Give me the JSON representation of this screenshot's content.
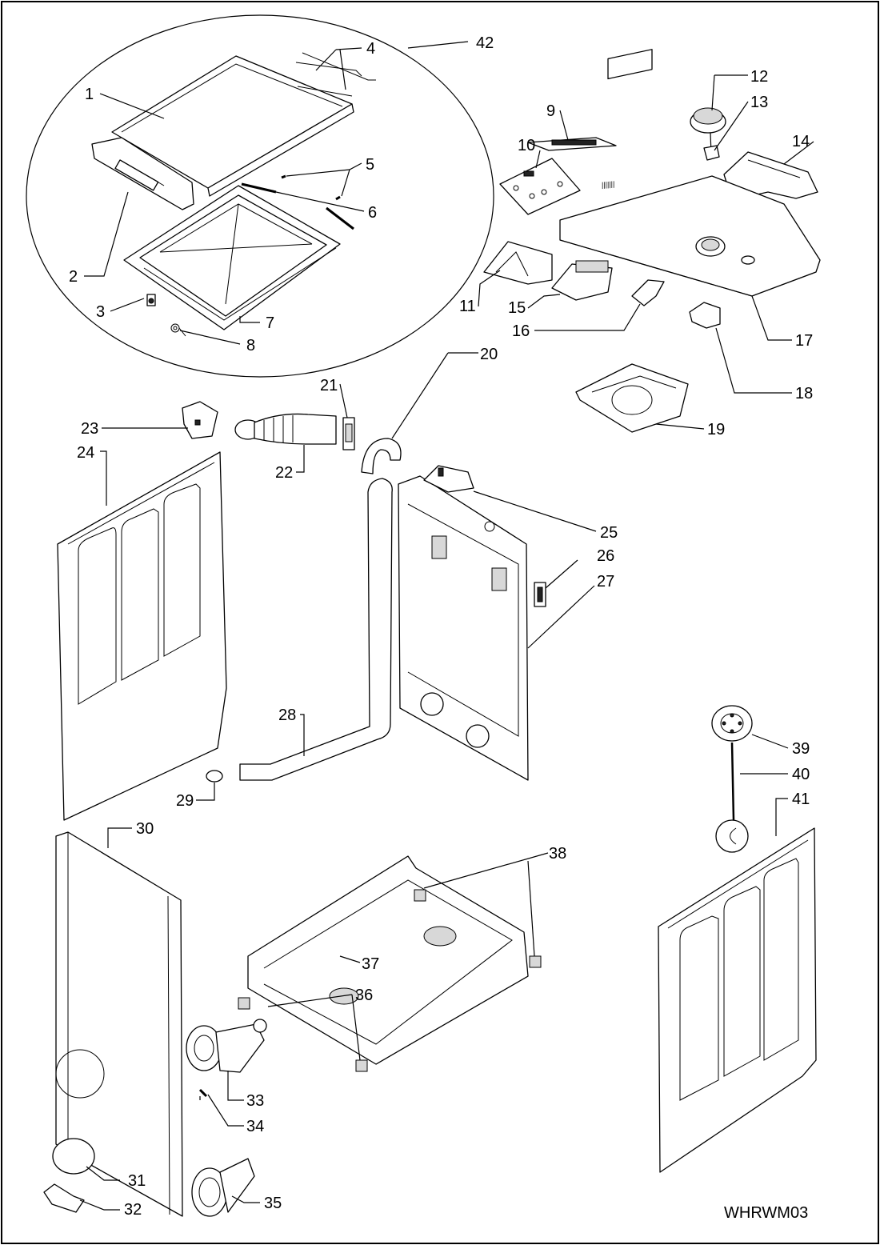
{
  "diagram": {
    "drawing_code": "WHRWM03",
    "part_numbers": [
      "1",
      "2",
      "3",
      "4",
      "5",
      "6",
      "7",
      "8",
      "9",
      "10",
      "11",
      "12",
      "13",
      "14",
      "15",
      "16",
      "17",
      "18",
      "19",
      "20",
      "21",
      "22",
      "23",
      "24",
      "25",
      "26",
      "27",
      "28",
      "29",
      "30",
      "31",
      "32",
      "33",
      "34",
      "35",
      "36",
      "37",
      "38",
      "39",
      "40",
      "41",
      "42"
    ]
  }
}
